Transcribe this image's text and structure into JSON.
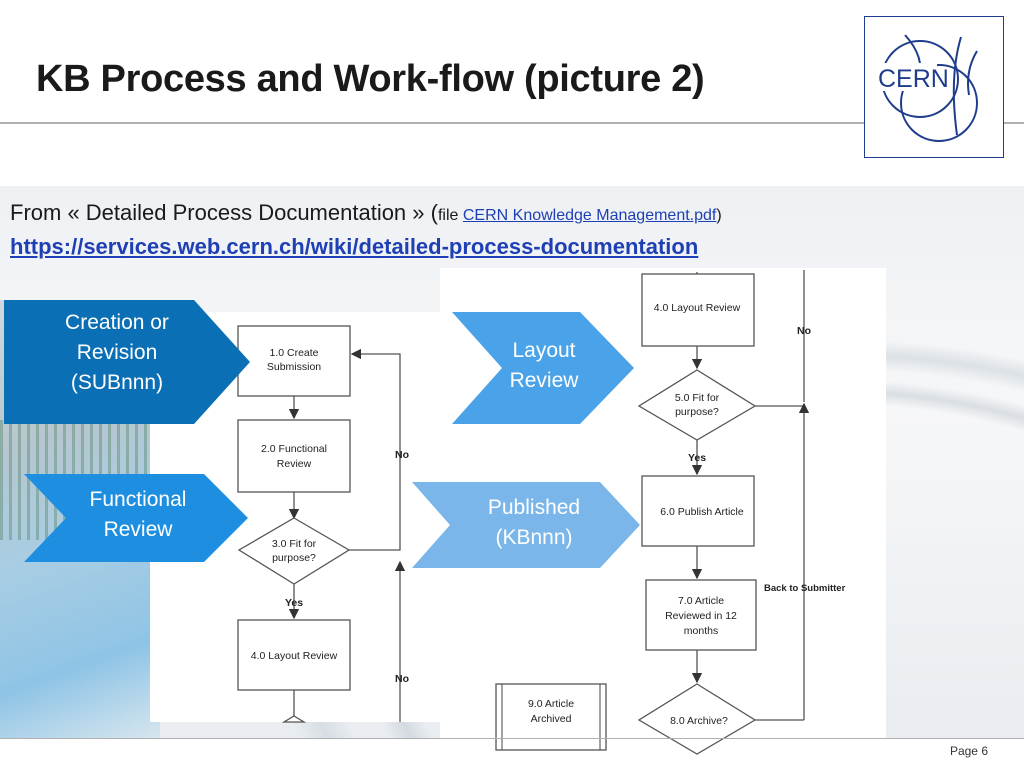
{
  "slide": {
    "title": "KB Process and Work-flow (picture 2)",
    "logo_text": "CERN",
    "intro_prefix": "From « Detailed Process Documentation » (",
    "intro_file_word": "file ",
    "intro_link": "CERN Knowledge Management.pdf",
    "intro_suffix": ")",
    "url": "https://services.web.cern.ch/wiki/detailed-process-documentation",
    "page_label": "Page 6"
  },
  "stages": [
    {
      "line1": "Creation or",
      "line2": "Revision",
      "line3": "(SUBnnn)",
      "color": "#0b6fb5"
    },
    {
      "line1": "Functional",
      "line2": "Review",
      "color": "#1e8fe0"
    },
    {
      "line1": "Layout",
      "line2": "Review",
      "color": "#4aa3e8"
    },
    {
      "line1": "Published",
      "line2": "(KBnnn)",
      "color": "#7ab6ea"
    }
  ],
  "flow": {
    "left": {
      "step1_l1": "1.0 Create",
      "step1_l2": "Submission",
      "step2_l1": "2.0 Functional",
      "step2_l2": "Review",
      "decision3_l1": "3.0 Fit for",
      "decision3_l2": "purpose?",
      "yes": "Yes",
      "step4": "4.0 Layout Review",
      "no_top": "No",
      "no_bottom": "No"
    },
    "right": {
      "step4": "4.0 Layout Review",
      "no": "No",
      "decision5_l1": "5.0 Fit for",
      "decision5_l2": "purpose?",
      "yes": "Yes",
      "step6": "6.0 Publish Article",
      "back": "Back to Submitter",
      "step7_l1": "7.0 Article",
      "step7_l2": "Reviewed in 12",
      "step7_l3": "months",
      "decision8": "8.0 Archive?",
      "step9_l1": "9.0 Article",
      "step9_l2": "Archived"
    }
  }
}
